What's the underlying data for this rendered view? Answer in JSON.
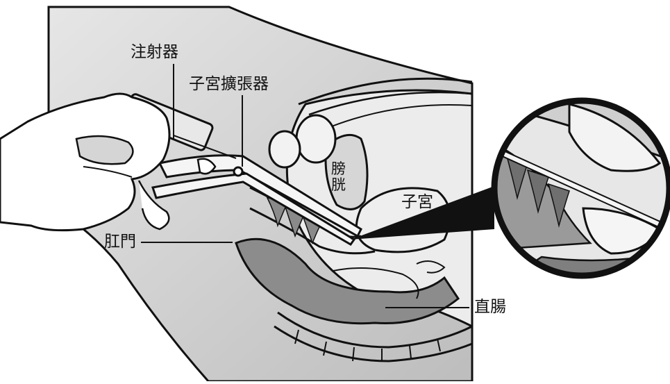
{
  "labels": {
    "syringe": "注射器",
    "speculum": "子宮擴張器",
    "bladder_line1": "膀",
    "bladder_line2": "胱",
    "uterus": "子宮",
    "anus": "肛門",
    "rectum": "直腸"
  },
  "colors": {
    "ink": "#111111",
    "shade_light": "#d9d9d9",
    "shade_mid": "#a8a8a8",
    "shade_dark": "#7a7a7a",
    "background": "#ffffff"
  }
}
